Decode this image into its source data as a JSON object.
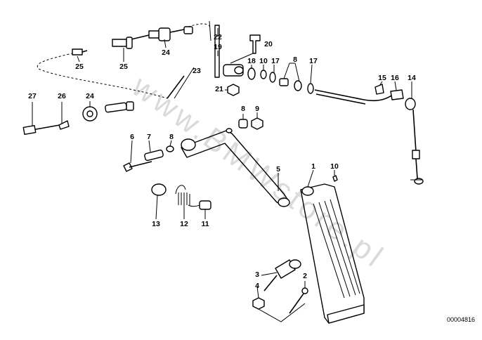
{
  "diagram": {
    "callouts": {
      "n1": "1",
      "n2": "2",
      "n3": "3",
      "n4": "4",
      "n5": "5",
      "n6": "6",
      "n7": "7",
      "n8a": "8",
      "n8b": "8",
      "n8c": "8",
      "n9": "9",
      "n10a": "10",
      "n10b": "10",
      "n11": "11",
      "n12": "12",
      "n13": "13",
      "n14": "14",
      "n15": "15",
      "n16": "16",
      "n17a": "17",
      "n17b": "17",
      "n18": "18",
      "n19": "19",
      "n20": "20",
      "n21": "21",
      "n22": "22",
      "n23": "23",
      "n24a": "24",
      "n24b": "24",
      "n25a": "25",
      "n25b": "25",
      "n26": "26",
      "n27": "27"
    },
    "document_number": "00004816",
    "watermark": "www.BMWstore.pl"
  }
}
